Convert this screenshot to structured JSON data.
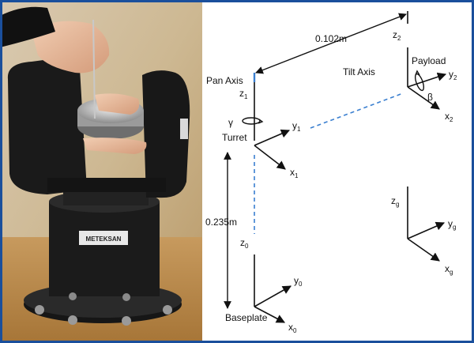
{
  "labels": {
    "pan_axis": "Pan Axis",
    "tilt_axis": "Tilt Axis",
    "payload": "Payload",
    "turret": "Turret",
    "baseplate": "Baseplate",
    "gamma": "γ",
    "beta": "β",
    "dist_top": "0.102m",
    "dist_side": "0.235m",
    "photo_brand": "METEKSAN",
    "z1": "z",
    "z1_sub": "1",
    "y1": "y",
    "y1_sub": "1",
    "x1": "x",
    "x1_sub": "1",
    "z2": "z",
    "z2_sub": "2",
    "y2": "y",
    "y2_sub": "2",
    "x2": "x",
    "x2_sub": "2",
    "z0": "z",
    "z0_sub": "0",
    "y0": "y",
    "y0_sub": "0",
    "x0": "x",
    "x0_sub": "0",
    "zg": "z",
    "zg_sub": "g",
    "yg": "y",
    "yg_sub": "g",
    "xg": "x",
    "xg_sub": "g"
  },
  "colors": {
    "frame": "#1a4f9c",
    "dashed_axis": "#3a7fd0",
    "ink": "#111111"
  }
}
